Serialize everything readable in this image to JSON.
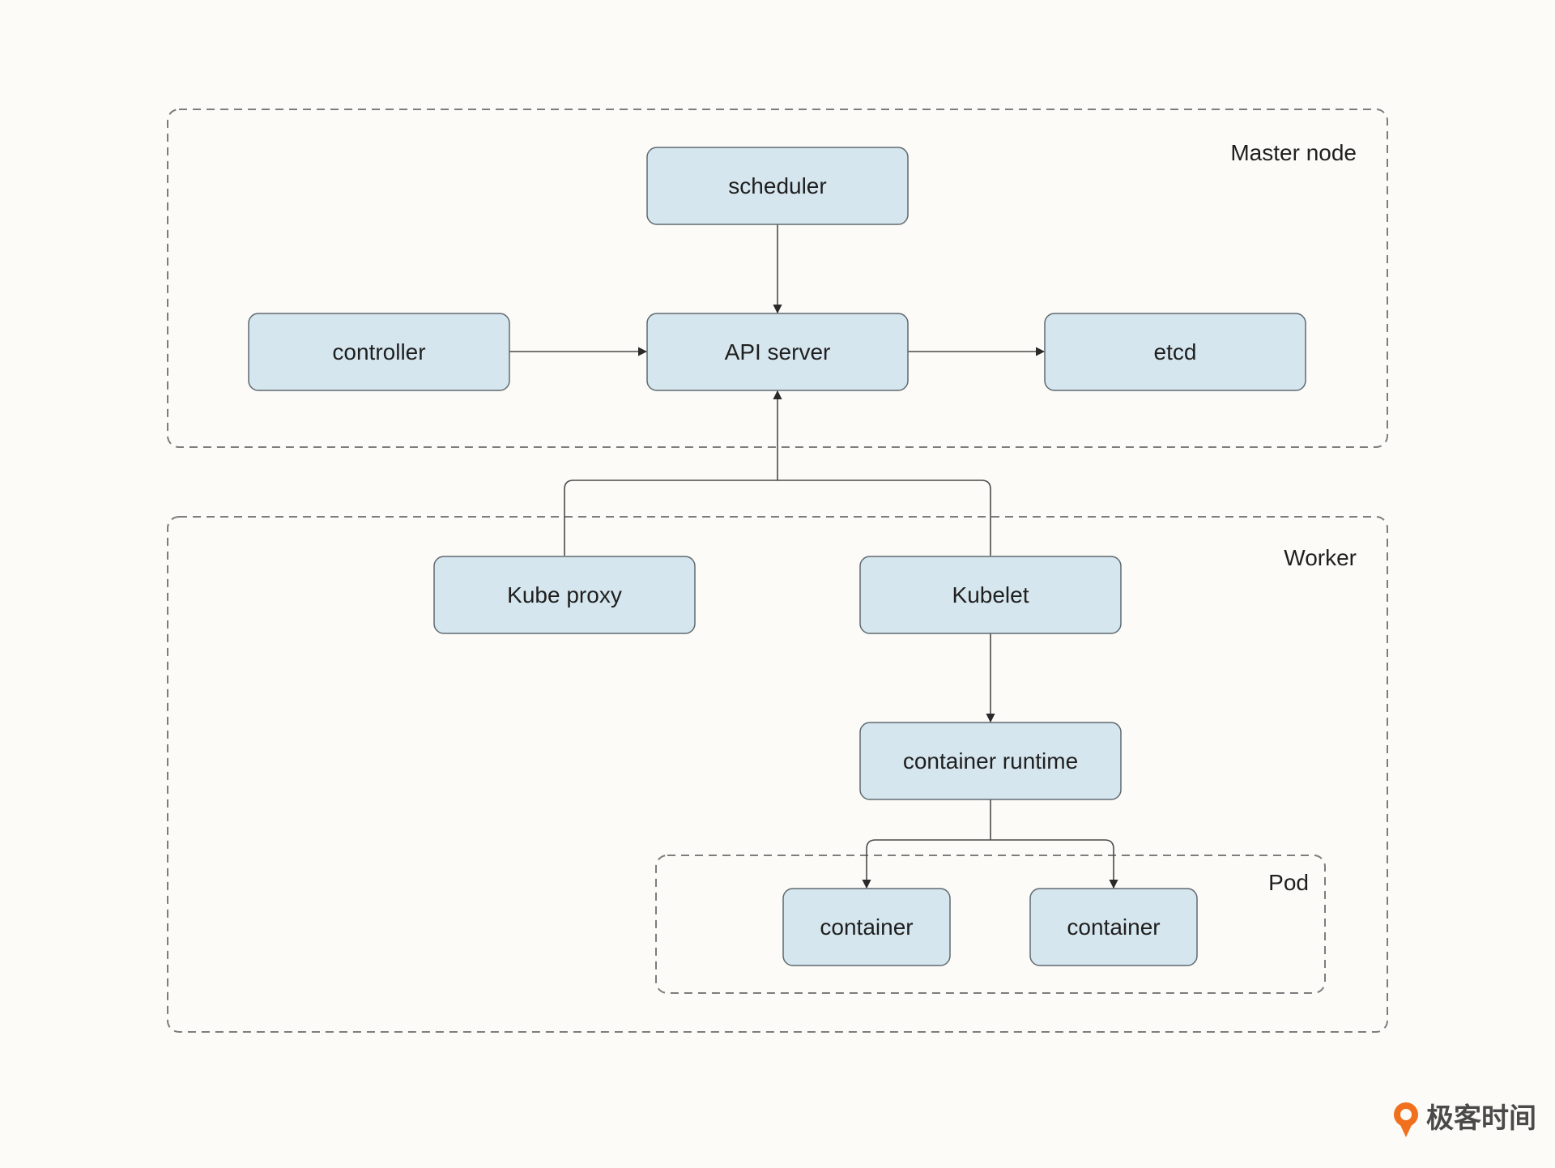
{
  "groups": {
    "master": {
      "label": "Master node"
    },
    "worker": {
      "label": "Worker"
    },
    "pod": {
      "label": "Pod"
    }
  },
  "nodes": {
    "scheduler": {
      "label": "scheduler"
    },
    "controller": {
      "label": "controller"
    },
    "api_server": {
      "label": "API server"
    },
    "etcd": {
      "label": "etcd"
    },
    "kube_proxy": {
      "label": "Kube proxy"
    },
    "kubelet": {
      "label": "Kubelet"
    },
    "container_runtime": {
      "label": "container runtime"
    },
    "container_1": {
      "label": "container"
    },
    "container_2": {
      "label": "container"
    }
  },
  "edges": [
    {
      "from": "scheduler",
      "to": "API server"
    },
    {
      "from": "controller",
      "to": "API server"
    },
    {
      "from": "API server",
      "to": "etcd"
    },
    {
      "from": "Kube proxy",
      "to": "API server"
    },
    {
      "from": "Kubelet",
      "to": "API server"
    },
    {
      "from": "Kubelet",
      "to": "container runtime"
    },
    {
      "from": "container runtime",
      "to": "container"
    },
    {
      "from": "container runtime",
      "to": "container"
    }
  ],
  "brand": {
    "text": "极客时间",
    "icon": "geektime-logo-icon",
    "color": "#f0701e"
  },
  "colors": {
    "node_fill": "#d6e6ee",
    "background": "#fcfbf7"
  }
}
